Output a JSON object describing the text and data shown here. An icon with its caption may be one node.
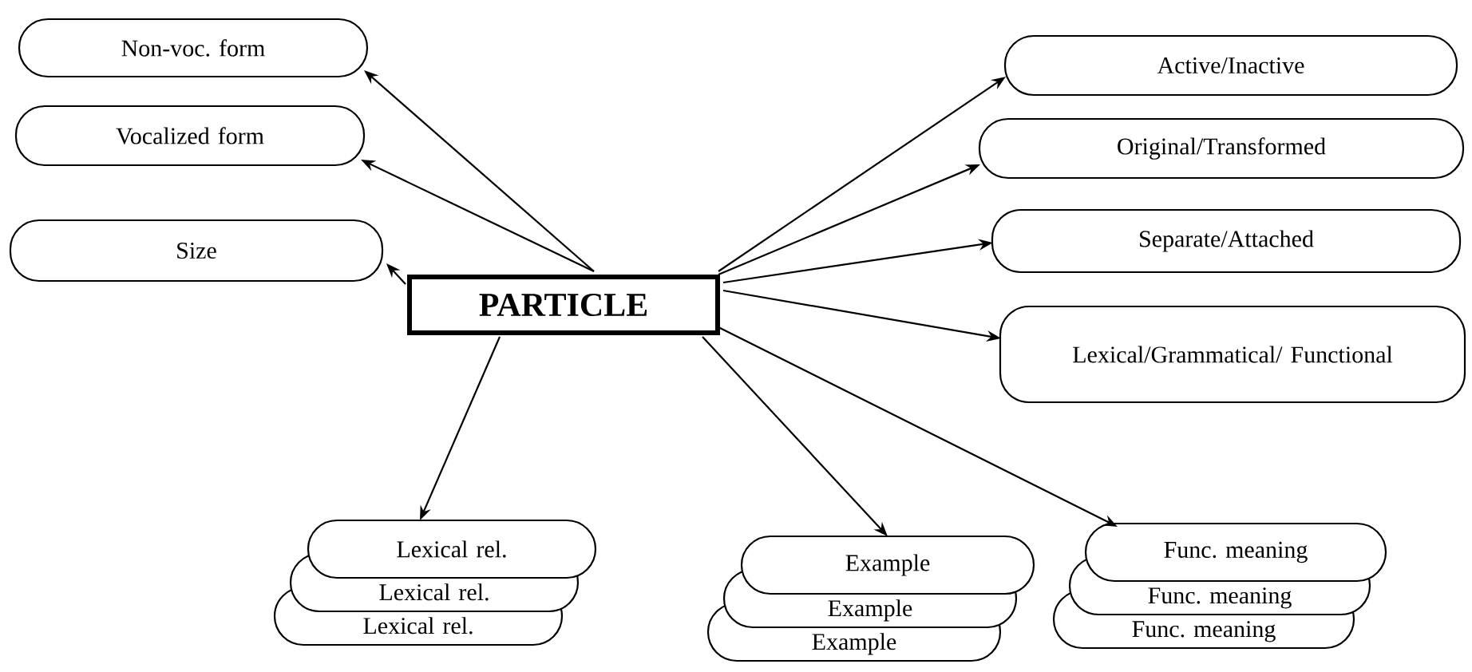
{
  "diagram": {
    "nodes": [
      {
        "text": [
          "PARTICLE"
        ]
      },
      {
        "text": [
          "Non-voc. form"
        ]
      },
      {
        "text": [
          "Vocalized form"
        ]
      },
      {
        "text": [
          "Size"
        ]
      },
      {
        "text": [
          "Active/Inactive"
        ]
      },
      {
        "text": [
          "Original/Transformed"
        ]
      },
      {
        "text": [
          "Separate/Attached"
        ]
      },
      {
        "text": [
          "Lexical/Grammatical/ Functional"
        ]
      },
      {
        "text": [
          "Lexical rel."
        ]
      },
      {
        "text": [
          "Lexical rel."
        ]
      },
      {
        "text": [
          "Lexical rel."
        ]
      },
      {
        "text": [
          "Example"
        ]
      },
      {
        "text": [
          "Example"
        ]
      },
      {
        "text": [
          "Example"
        ]
      },
      {
        "text": [
          "Func. meaning"
        ]
      },
      {
        "text": [
          "Func. meaning"
        ]
      },
      {
        "text": [
          "Func. meaning"
        ]
      }
    ],
    "edges": [
      {
        "from": 0,
        "to": 1,
        "arrow": "to"
      },
      {
        "from": 0,
        "to": 2,
        "arrow": "to"
      },
      {
        "from": 0,
        "to": 3,
        "arrow": "to"
      },
      {
        "from": 0,
        "to": 4,
        "arrow": "to"
      },
      {
        "from": 0,
        "to": 5,
        "arrow": "to"
      },
      {
        "from": 0,
        "to": 6,
        "arrow": "to"
      },
      {
        "from": 0,
        "to": 7,
        "arrow": "to"
      },
      {
        "from": 0,
        "to": 8,
        "arrow": "to"
      },
      {
        "from": 0,
        "to": 11,
        "arrow": "to"
      },
      {
        "from": 0,
        "to": 14,
        "arrow": "to"
      }
    ]
  }
}
